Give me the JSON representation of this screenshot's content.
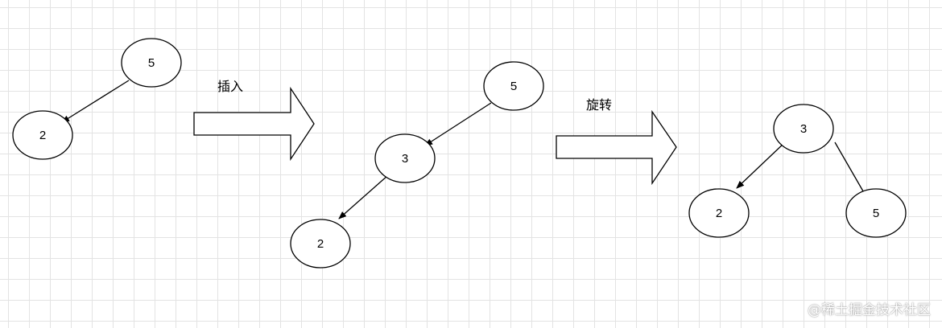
{
  "labels": {
    "insert": "插入",
    "rotate": "旋转"
  },
  "nodes": {
    "stage1_root": "5",
    "stage1_left": "2",
    "stage2_root": "5",
    "stage2_mid": "3",
    "stage2_leaf": "2",
    "stage3_root": "3",
    "stage3_left": "2",
    "stage3_right": "5"
  },
  "watermark": "@稀土掘金技术社区",
  "colors": {
    "stroke": "#000000",
    "grid": "#e3e3e3",
    "background": "#ffffff"
  }
}
